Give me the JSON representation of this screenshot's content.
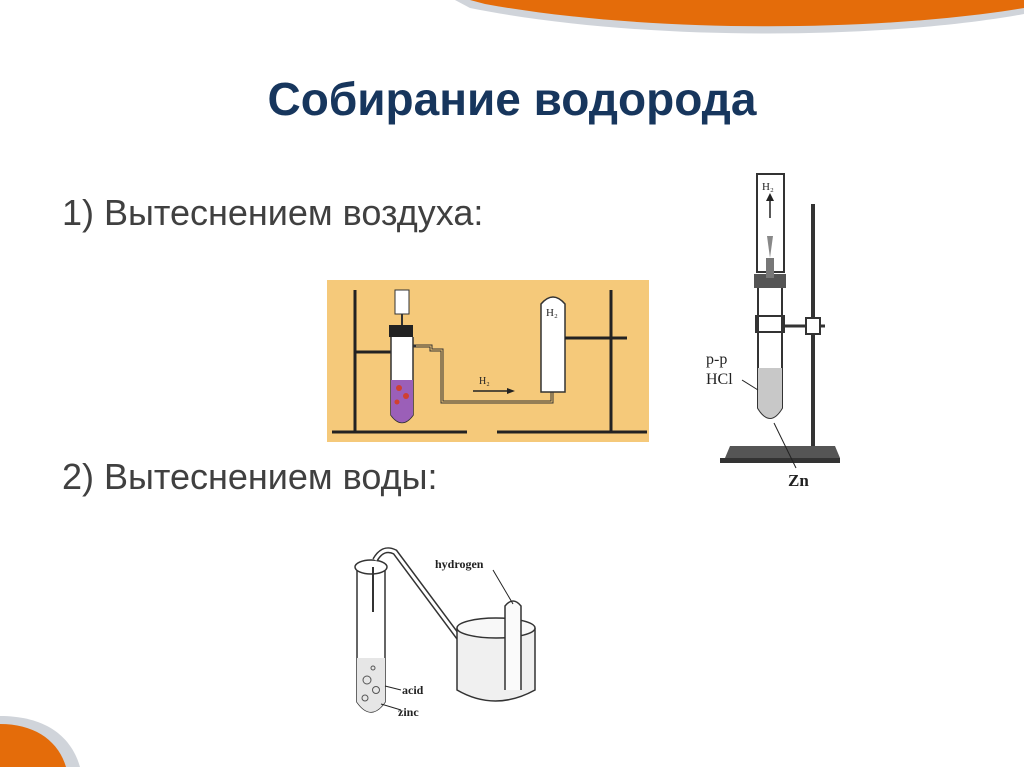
{
  "slide": {
    "title": "Собирание водорода",
    "items": [
      {
        "label": "1)  Вытеснением воздуха:"
      },
      {
        "label": "2)  Вытеснением воды:"
      }
    ]
  },
  "figures": {
    "air_apparatus": {
      "gas_label": "H₂",
      "arrow_label": "H₂"
    },
    "stand_apparatus": {
      "gas_label": "H₂",
      "solution_label_1": "р-р",
      "solution_label_2": "HCl",
      "metal_label": "Zn"
    },
    "water_apparatus": {
      "gas_label": "hydrogen",
      "acid_label": "acid",
      "metal_label": "zinc"
    }
  },
  "colors": {
    "accent": "#e46c0a",
    "title": "#17365d",
    "body_text": "#404040",
    "figure_bg": "#f5c97a"
  }
}
